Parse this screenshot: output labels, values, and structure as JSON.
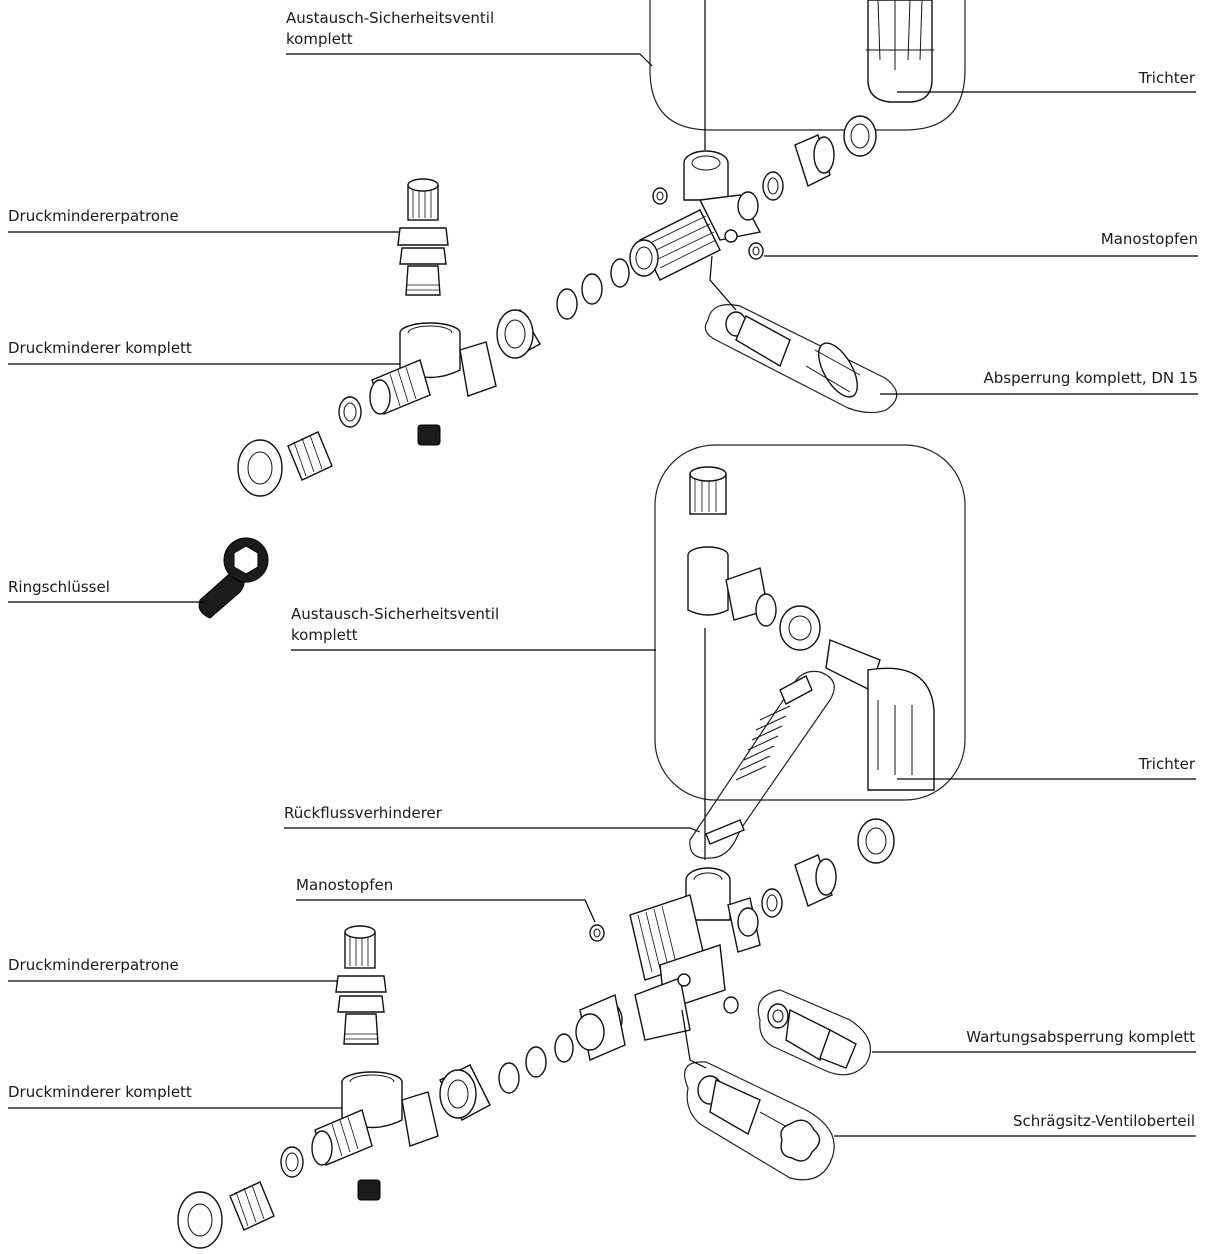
{
  "labels": {
    "top_valve": "Austausch-Sicherheitsventil\nkomplett",
    "top_funnel": "Trichter",
    "top_cartridge": "Druckmindererpatrone",
    "top_plug": "Manostopfen",
    "top_reducer": "Druckminderer komplett",
    "top_shutoff": "Absperrung komplett, DN 15",
    "wrench": "Ringschlüssel",
    "bottom_valve": "Austausch-Sicherheitsventil\nkomplett",
    "bottom_funnel": "Trichter",
    "backflow": "Rückflussverhinderer",
    "bottom_plug": "Manostopfen",
    "bottom_cartridge": "Druckmindererpatrone",
    "maintenance_shutoff": "Wartungsabsperrung komplett",
    "bottom_reducer": "Druckminderer komplett",
    "angle_valve_top": "Schrägsitz-Ventiloberteil"
  },
  "colors": {
    "line": "#000000",
    "text": "#1a1a1a",
    "background": "#ffffff",
    "part_dark": "#1c1c1c"
  }
}
